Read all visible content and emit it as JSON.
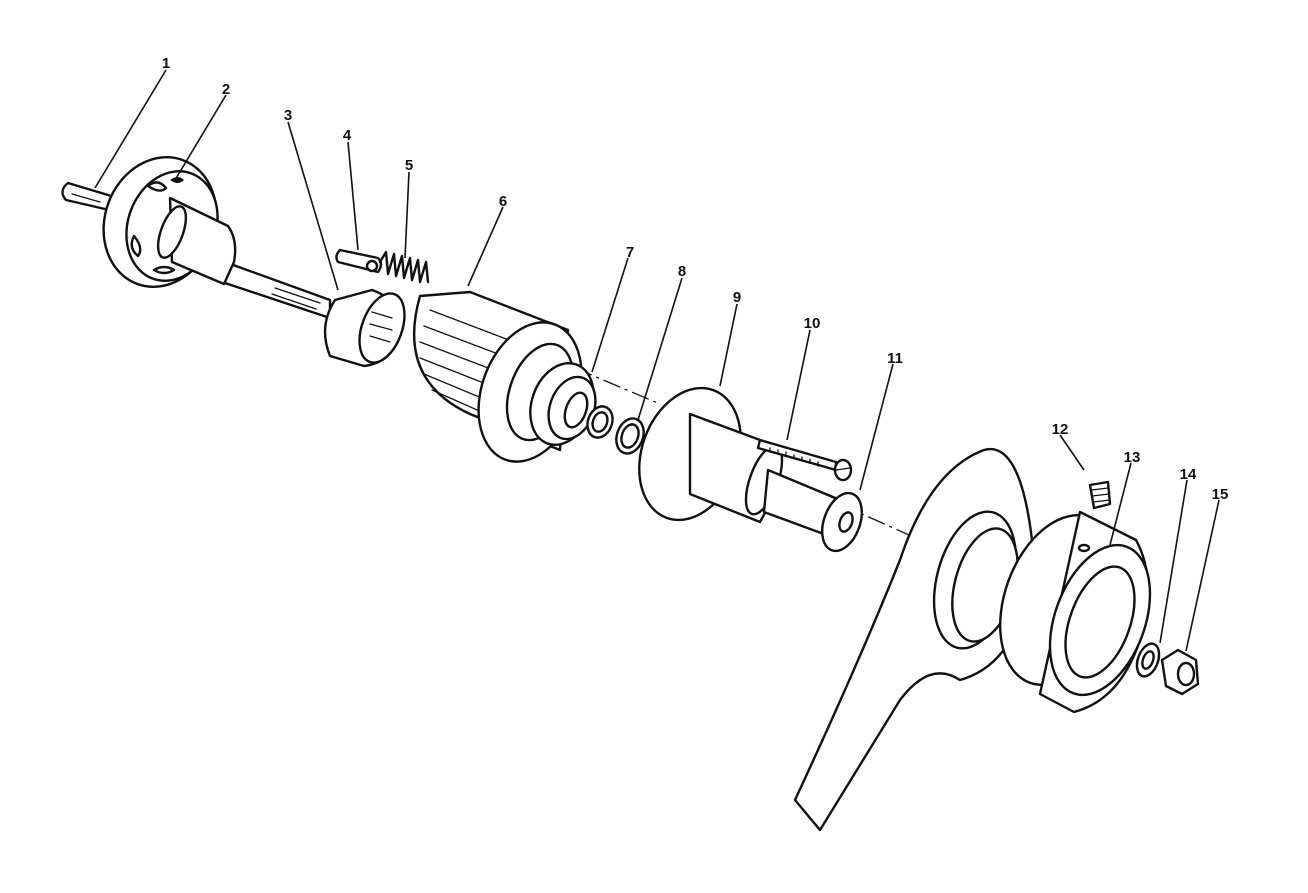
{
  "diagram": {
    "type": "exploded-parts-view",
    "callouts": [
      {
        "id": "1",
        "label": "1"
      },
      {
        "id": "2",
        "label": "2"
      },
      {
        "id": "3",
        "label": "3"
      },
      {
        "id": "4",
        "label": "4"
      },
      {
        "id": "5",
        "label": "5"
      },
      {
        "id": "6",
        "label": "6"
      },
      {
        "id": "7",
        "label": "7"
      },
      {
        "id": "8",
        "label": "8"
      },
      {
        "id": "9",
        "label": "9"
      },
      {
        "id": "10",
        "label": "10"
      },
      {
        "id": "11",
        "label": "11"
      },
      {
        "id": "12",
        "label": "12"
      },
      {
        "id": "13",
        "label": "13"
      },
      {
        "id": "14",
        "label": "14"
      },
      {
        "id": "15",
        "label": "15"
      }
    ],
    "colors": {
      "line": "#111111",
      "background": "#ffffff"
    }
  }
}
